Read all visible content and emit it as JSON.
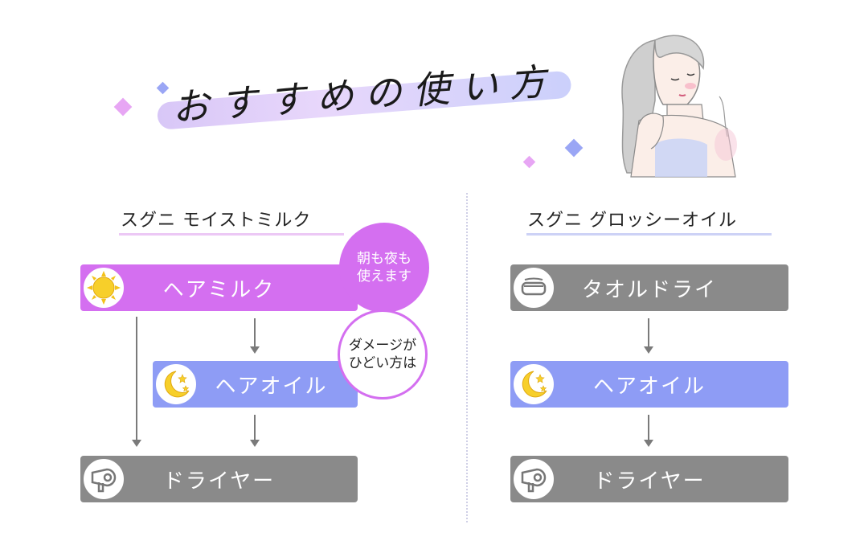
{
  "headline": "おすすめの使い方",
  "colors": {
    "milk": "#d46ff0",
    "oil": "#8e9cf5",
    "gray": "#8a8a8a",
    "bubble_pink": "#d46ff0",
    "sparkle_pink": "#e7a6f4",
    "sparkle_blue": "#9aa6f5"
  },
  "left_column": {
    "heading": "スグニ モイストミルク",
    "steps": [
      {
        "label": "ヘアミルク",
        "icon": "sun-icon"
      },
      {
        "label": "ヘアオイル",
        "icon": "moon-stars-icon"
      },
      {
        "label": "ドライヤー",
        "icon": "hair-dryer-icon"
      }
    ],
    "bubble_time": {
      "line1": "朝も夜も",
      "line2": "使えます"
    },
    "bubble_damage": {
      "line1": "ダメージが",
      "line2": "ひどい方は"
    }
  },
  "right_column": {
    "heading": "スグニ グロッシーオイル",
    "steps": [
      {
        "label": "タオルドライ",
        "icon": "towel-icon"
      },
      {
        "label": "ヘアオイル",
        "icon": "moon-stars-icon"
      },
      {
        "label": "ドライヤー",
        "icon": "hair-dryer-icon"
      }
    ]
  },
  "illustration": "woman-hair-illustration"
}
